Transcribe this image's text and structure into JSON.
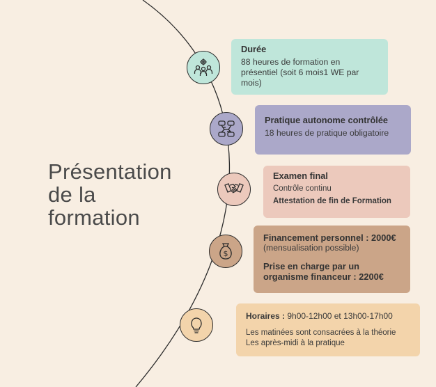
{
  "title": {
    "line1": "Présentation",
    "line2": "de la",
    "line3": "formation"
  },
  "colors": {
    "background": "#f8eee2",
    "duree": "#bfe6da",
    "pratique": "#aba8c9",
    "examen": "#ecc9bc",
    "financement": "#cba588",
    "horaires": "#f3d4ab"
  },
  "steps": [
    {
      "icon": "team-settings-icon",
      "heading": "Durée",
      "text": "88 heures de formation en présentiel (soit 6 mois1 WE par mois)"
    },
    {
      "icon": "joined-hands-icon",
      "heading": "Pratique autonome contrôlée",
      "text": "18 heures de pratique obligatoire"
    },
    {
      "icon": "handshake-icon",
      "heading": "Examen final",
      "text": "Contrôle continu",
      "text_bold": "Attestation de fin de Formation"
    },
    {
      "icon": "money-bag-icon",
      "heading": "Financement personnel : 2000€",
      "text": "(mensualisation possible)",
      "heading2": "Prise en charge par un organisme financeur : 2200€"
    },
    {
      "icon": "lightbulb-icon",
      "label": "Horaires :",
      "value": " 9h00-12h00 et 13h00-17h00",
      "line1": "Les matinées sont consacrées à la théorie",
      "line2": "Les après-midi à la pratique"
    }
  ]
}
